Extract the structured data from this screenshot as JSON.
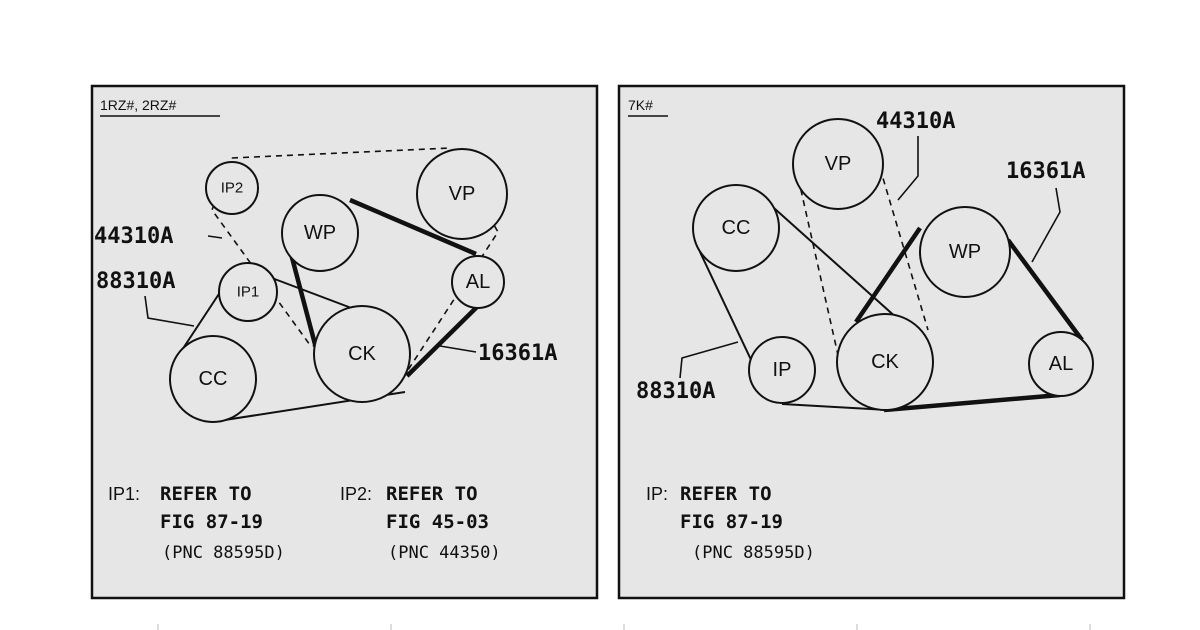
{
  "panels": [
    {
      "caption": "1RZ#, 2RZ#",
      "pulleys": [
        "IP2",
        "VP",
        "WP",
        "IP1",
        "AL",
        "CK",
        "CC"
      ],
      "part_numbers": [
        "44310A",
        "88310A",
        "16361A"
      ],
      "notes": [
        {
          "key": "IP1:",
          "line1": "REFER TO",
          "line2": "FIG 87-19",
          "line3": "(PNC 88595D)"
        },
        {
          "key": "IP2:",
          "line1": "REFER TO",
          "line2": "FIG 45-03",
          "line3": "(PNC 44350)"
        }
      ]
    },
    {
      "caption": "7K#",
      "pulleys": [
        "VP",
        "CC",
        "WP",
        "IP",
        "CK",
        "AL"
      ],
      "part_numbers": [
        "44310A",
        "16361A",
        "88310A"
      ],
      "notes": [
        {
          "key": "IP:",
          "line1": "REFER TO",
          "line2": "FIG 87-19",
          "line3": "(PNC 88595D)"
        }
      ]
    }
  ]
}
